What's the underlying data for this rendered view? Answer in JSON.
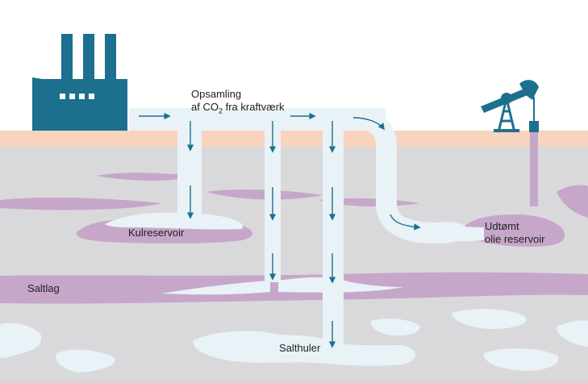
{
  "labels": {
    "capture_line1": "Opsamling",
    "capture_line2_prefix": "af CO",
    "capture_line2_sub": "2",
    "capture_line2_suffix": " fra kraftværk",
    "coal_reservoir": "Kulreservoir",
    "salt_layer": "Saltlag",
    "salt_caverns": "Salthuler",
    "depleted_line1": "Udtømt",
    "depleted_line2": "olie reservoir"
  },
  "icons": {
    "factory": "factory-icon",
    "oil_pump": "oil-pump-icon"
  },
  "colors": {
    "factory": "#1d6f8e",
    "arrows": "#1d6f8e",
    "pipe": "#e9f2f7",
    "soil": "#f8d3bd",
    "ground": "#d9d9dc",
    "reservoir": "#c6a7c9",
    "co2_fill": "#e9f2f7"
  }
}
